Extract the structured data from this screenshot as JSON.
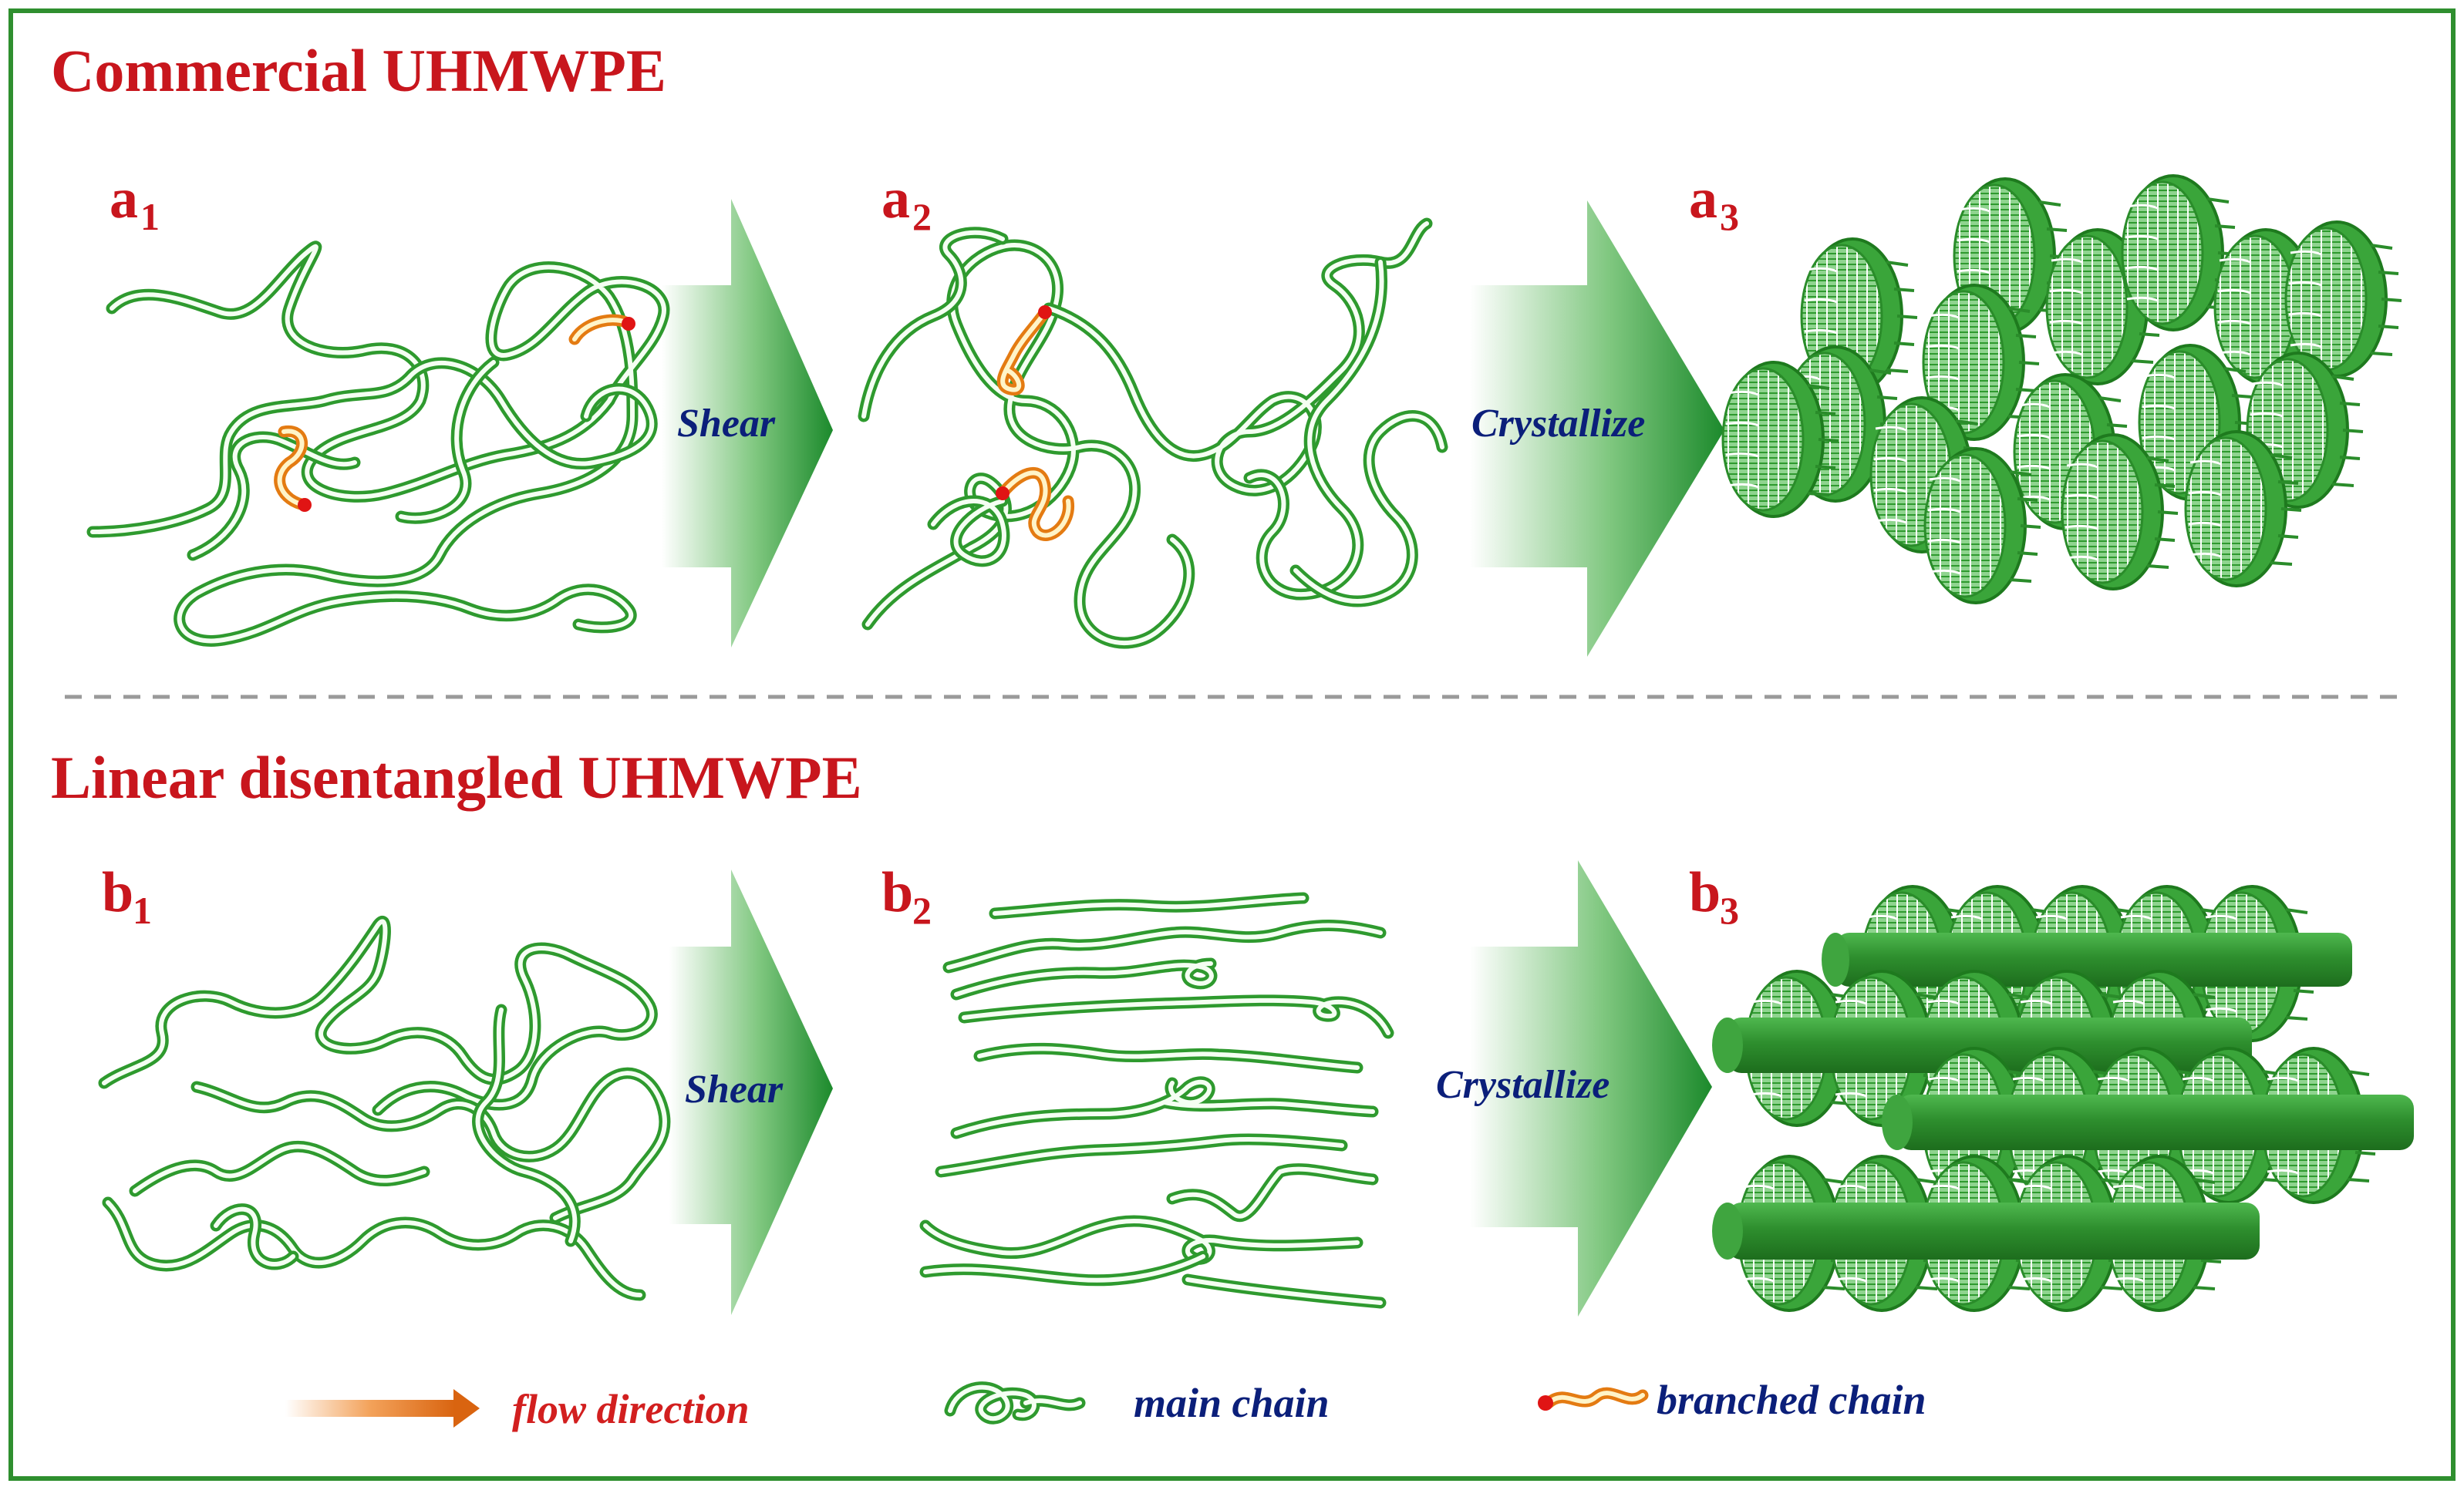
{
  "sections": {
    "top": {
      "title": "Commercial UHMWPE",
      "panels": [
        {
          "letter": "a",
          "sub": "1"
        },
        {
          "letter": "a",
          "sub": "2"
        },
        {
          "letter": "a",
          "sub": "3"
        }
      ]
    },
    "bottom": {
      "title": "Linear disentangled UHMWPE",
      "panels": [
        {
          "letter": "b",
          "sub": "1"
        },
        {
          "letter": "b",
          "sub": "2"
        },
        {
          "letter": "b",
          "sub": "3"
        }
      ]
    }
  },
  "arrows": {
    "top_shear": "Shear",
    "top_crystallize": "Crystallize",
    "bottom_shear": "Shear",
    "bottom_crystallize": "Crystallize"
  },
  "legend": {
    "flow": "flow direction",
    "main": "main chain",
    "branched": "branched chain"
  },
  "colors": {
    "title_red": "#c8161d",
    "label_blue": "#0b1f7a",
    "chain_green": "#2e9a2e",
    "branch_orange": "#e47b12",
    "branch_tip_red": "#e01414",
    "frame_green": "#2f8f2f"
  }
}
